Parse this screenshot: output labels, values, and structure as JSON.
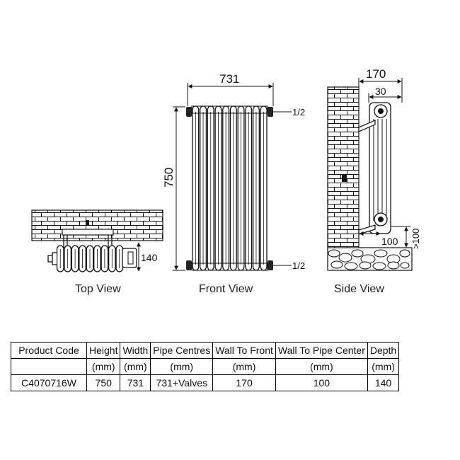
{
  "views": {
    "top_view": "Top View",
    "front_view": "Front View",
    "side_view": "Side View"
  },
  "dimensions": {
    "front_width": "731",
    "front_height": "750",
    "pipe_top": "1/2",
    "pipe_bottom": "1/2",
    "top_depth": "140",
    "side_depth": "170",
    "side_offset": "30",
    "side_wall_pipe": "100",
    "side_floor": ">100"
  },
  "table": {
    "headers": [
      "Product Code",
      "Height",
      "Width",
      "Pipe Centres",
      "Wall To Front",
      "Wall To Pipe Center",
      "Depth"
    ],
    "units": [
      "",
      "(mm)",
      "(mm)",
      "(mm)",
      "(mm)",
      "(mm)",
      "(mm)"
    ],
    "rows": [
      [
        "C4070716W",
        "750",
        "731",
        "731+Valves",
        "170",
        "100",
        "140"
      ]
    ]
  },
  "colors": {
    "line": "#111111",
    "brick_fill": "#ffffff"
  }
}
